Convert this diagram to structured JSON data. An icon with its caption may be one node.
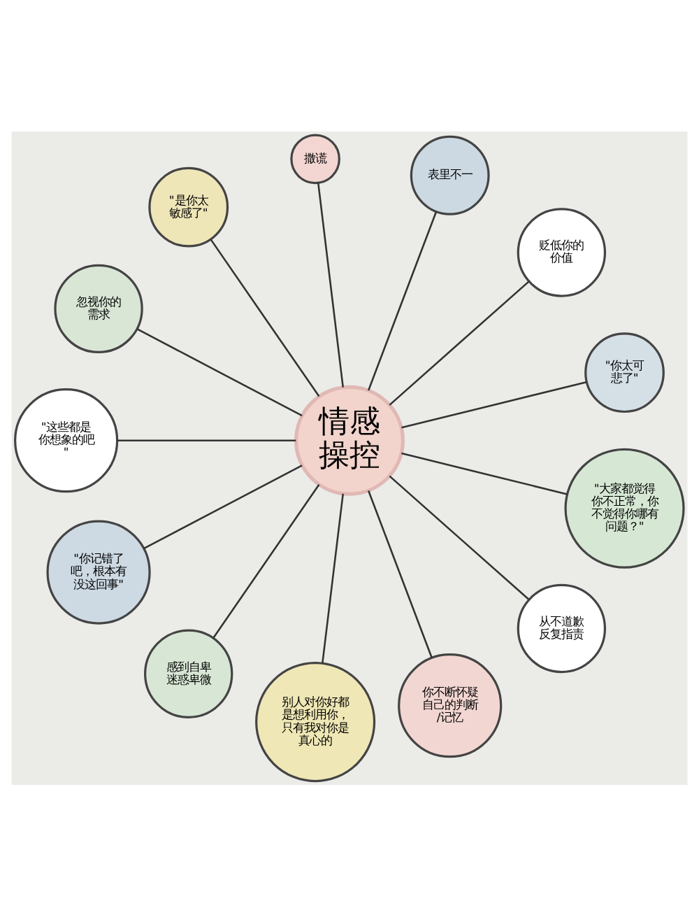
{
  "diagram": {
    "nodes": [
      {
        "text": [
          "情感操控"
        ]
      },
      {
        "text": [
          "\"你太可悲了\""
        ]
      },
      {
        "text": [
          "贬低你的价值"
        ]
      },
      {
        "text": [
          "表里不一"
        ]
      },
      {
        "text": [
          "撒谎"
        ]
      },
      {
        "text": [
          "\"是你太敏感了\""
        ]
      },
      {
        "text": [
          "忽视你的需求"
        ]
      },
      {
        "text": [
          "\"这些都是你想象的吧\""
        ]
      },
      {
        "text": [
          "\"你记错了吧，根本有没这回事\""
        ]
      },
      {
        "text": [
          "感到自卑迷惑卑微"
        ]
      },
      {
        "text": [
          "别人对你好都是想利用你，只有我对你是真心的"
        ]
      },
      {
        "text": [
          "你不断怀疑自己的判断/记忆"
        ]
      },
      {
        "text": [
          "从不道歉反复指责"
        ]
      },
      {
        "text": [
          "\"大家都觉得你不正常，你不觉得你哪有问题？\""
        ]
      }
    ],
    "edges": [
      {
        "from": 0,
        "to": 1,
        "arrow": "none"
      },
      {
        "from": 0,
        "to": 2,
        "arrow": "none"
      },
      {
        "from": 0,
        "to": 3,
        "arrow": "none"
      },
      {
        "from": 0,
        "to": 4,
        "arrow": "none"
      },
      {
        "from": 0,
        "to": 5,
        "arrow": "none"
      },
      {
        "from": 0,
        "to": 6,
        "arrow": "none"
      },
      {
        "from": 0,
        "to": 7,
        "arrow": "none"
      },
      {
        "from": 0,
        "to": 8,
        "arrow": "none"
      },
      {
        "from": 0,
        "to": 9,
        "arrow": "none"
      },
      {
        "from": 0,
        "to": 10,
        "arrow": "none"
      },
      {
        "from": 0,
        "to": 11,
        "arrow": "none"
      },
      {
        "from": 0,
        "to": 12,
        "arrow": "none"
      },
      {
        "from": 0,
        "to": 13,
        "arrow": "none"
      }
    ]
  }
}
